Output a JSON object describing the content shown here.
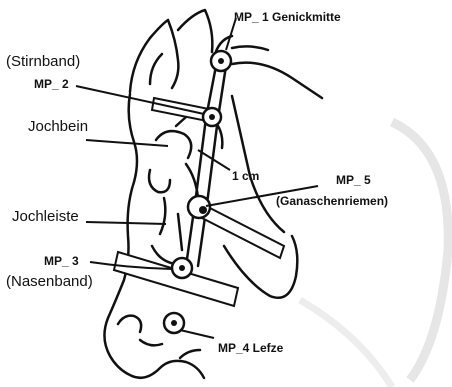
{
  "labels": {
    "mp1": "MP_ 1  Genickmitte",
    "stirnband": "(Stirnband)",
    "mp2": "MP_ 2",
    "jochbein": "Jochbein",
    "one_cm": "1 cm",
    "mp5": "MP_ 5",
    "ganaschenriemen": "(Ganaschenriemen)",
    "jochleiste": "Jochleiste",
    "mp3": "MP_ 3",
    "nasenband": "(Nasenband)",
    "mp4": "MP_4 Lefze"
  }
}
